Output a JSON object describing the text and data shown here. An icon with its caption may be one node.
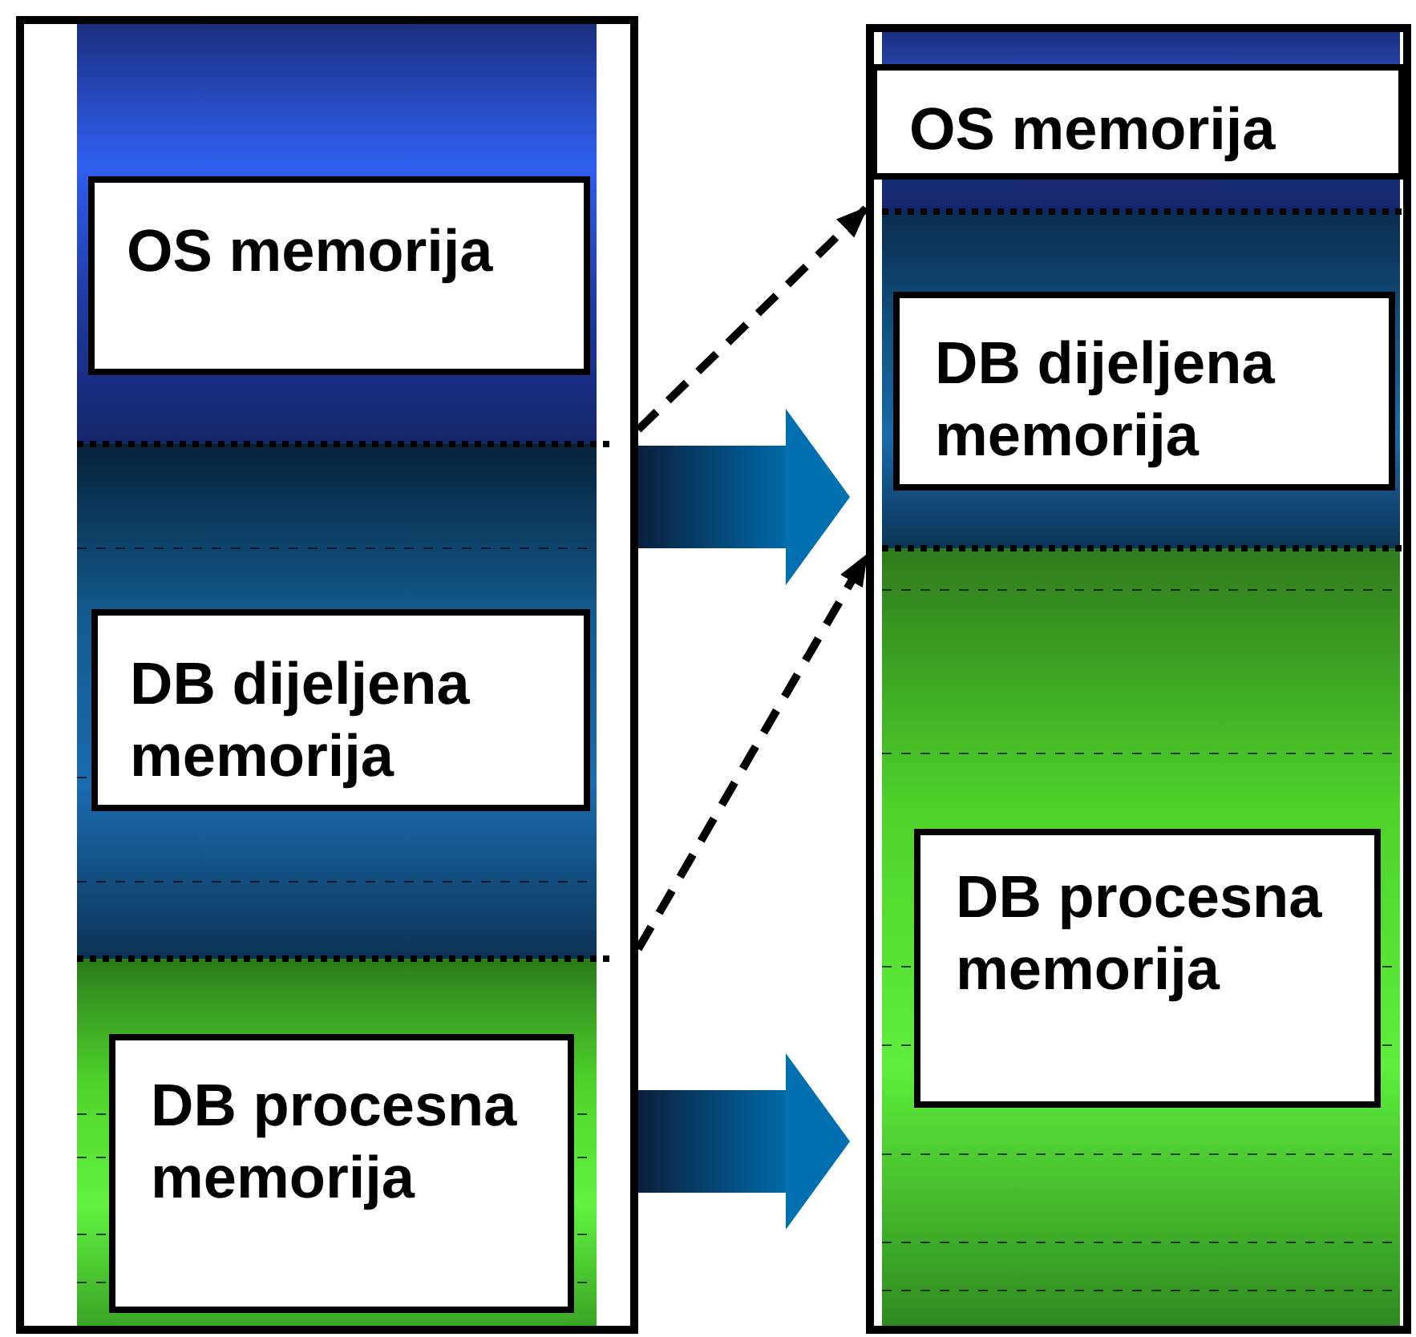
{
  "diagram": {
    "nodes": [
      {
        "text": [],
        "shape": "box"
      },
      {
        "text": [
          "OS memorija"
        ],
        "in": 0
      },
      {
        "text": [
          "DB dijeljena memorija"
        ],
        "in": 0
      },
      {
        "text": [
          "DB procesna memorija"
        ],
        "in": 0
      },
      {
        "text": [],
        "shape": "box"
      },
      {
        "text": [
          "OS memorija"
        ],
        "in": 4
      },
      {
        "text": [
          "DB dijeljena memorija"
        ],
        "in": 4
      },
      {
        "text": [
          "DB procesna memorija"
        ],
        "in": 4
      }
    ],
    "edges": [
      {
        "from": 0,
        "to": 4,
        "arrow": "to",
        "style": "dashed"
      },
      {
        "from": 0,
        "to": 4,
        "arrow": "to",
        "style": "thick",
        "color": "#0070b0"
      },
      {
        "from": 0,
        "to": 4,
        "arrow": "to",
        "style": "dashed"
      },
      {
        "from": 0,
        "to": 4,
        "arrow": "to",
        "style": "thick",
        "color": "#0070b0"
      }
    ]
  }
}
